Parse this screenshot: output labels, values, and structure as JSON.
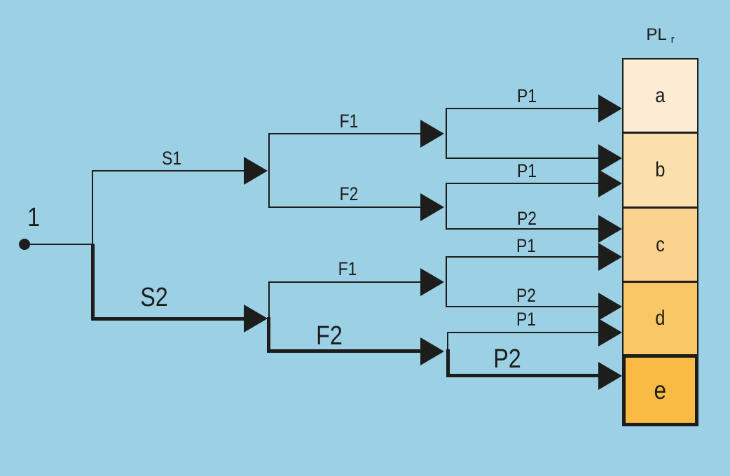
{
  "figure": {
    "background_color": "#9CD0E5",
    "line_color": "#1D1D1B",
    "root": {
      "label": "1"
    },
    "column_header": {
      "text": "PL",
      "subscript": "r"
    },
    "labels": {
      "s1": "S1",
      "s2": "S2",
      "f1_upper": "F1",
      "f2_upper": "F2",
      "f1_lower": "F1",
      "f2_lower": "F2",
      "p1_a": "P1",
      "p1_b": "P1",
      "p2_b": "P2",
      "p1_c": "P1",
      "p2_c": "P2",
      "p1_d": "P1",
      "p2_e": "P2"
    },
    "outcome_boxes": [
      {
        "label": "a",
        "color": "#FBECD3",
        "highlighted": false
      },
      {
        "label": "b",
        "color": "#FBDFAD",
        "highlighted": false
      },
      {
        "label": "c",
        "color": "#FBD28E",
        "highlighted": false
      },
      {
        "label": "d",
        "color": "#FAC766",
        "highlighted": false
      },
      {
        "label": "e",
        "color": "#F9BB44",
        "highlighted": true
      }
    ],
    "highlighted_path": "S2 F2 P2 e"
  }
}
